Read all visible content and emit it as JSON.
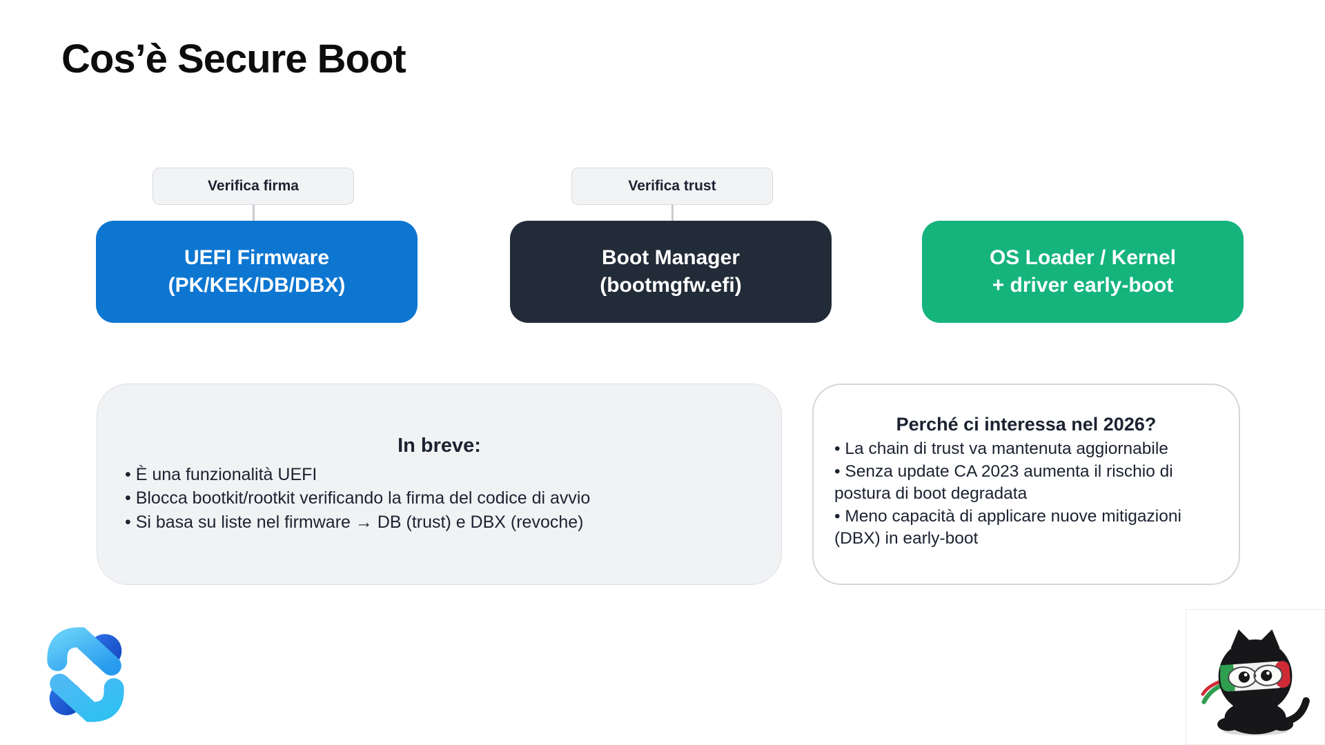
{
  "title": "Cos’è Secure Boot",
  "flow": {
    "labels": [
      {
        "text": "Verifica firma"
      },
      {
        "text": "Verifica trust"
      }
    ],
    "boxes": [
      {
        "line1": "UEFI Firmware",
        "line2": "(PK/KEK/DB/DBX)",
        "color": "#0d76d1"
      },
      {
        "line1": "Boot Manager",
        "line2": "(bootmgfw.efi)",
        "color": "#222b38"
      },
      {
        "line1": "OS Loader / Kernel",
        "line2": "+ driver early-boot",
        "color": "#15b47d"
      }
    ]
  },
  "cards": {
    "breve": {
      "title": "In breve:",
      "bullets": [
        "• È una funzionalità UEFI",
        "• Blocca bootkit/rootkit verificando la firma del codice di avvio",
        "• Si basa su liste nel firmware → DB (trust) e DBX (revoche)"
      ]
    },
    "perche": {
      "title": "Perché ci interessa nel 2026?",
      "bullets": [
        "• La chain di trust va mantenuta aggiornabile",
        "• Senza update CA 2023 aumenta il rischio di postura di boot degradata",
        "• Meno capacità di applicare nuove mitigazioni (DBX) in early-boot"
      ]
    }
  },
  "icons": {
    "logo": "n-ribbon-logo",
    "mascot": "ninja-cat-italian-flag"
  },
  "colors": {
    "slide_background": "#ffffff",
    "box_blue": "#0d76d1",
    "box_dark": "#222b38",
    "box_green": "#15b47d",
    "label_background": "#f2f3f5",
    "card_gray": "#f1f2f4",
    "text_dark": "#1b2230",
    "connector_gray": "#c9cbce"
  }
}
